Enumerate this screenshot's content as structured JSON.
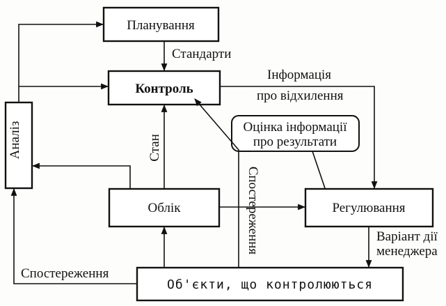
{
  "blocks": {
    "planning": "Планування",
    "control": "Контроль",
    "analysis": "Аналіз",
    "accounting": "Облік",
    "regulation": "Регулювання",
    "evaluation_line1": "Оцінка інформації",
    "evaluation_line2": "про результати",
    "objects": "Об'єкти, що контролюються"
  },
  "labels": {
    "standards": "Стандарти",
    "deviation_info_line1": "Інформація",
    "deviation_info_line2": "про відхилення",
    "state": "Стан",
    "observation_vertical": "Спостереження",
    "observation_bottom": "Спостереження",
    "manager_option_line1": "Варіант дії",
    "manager_option_line2": "менеджера"
  }
}
